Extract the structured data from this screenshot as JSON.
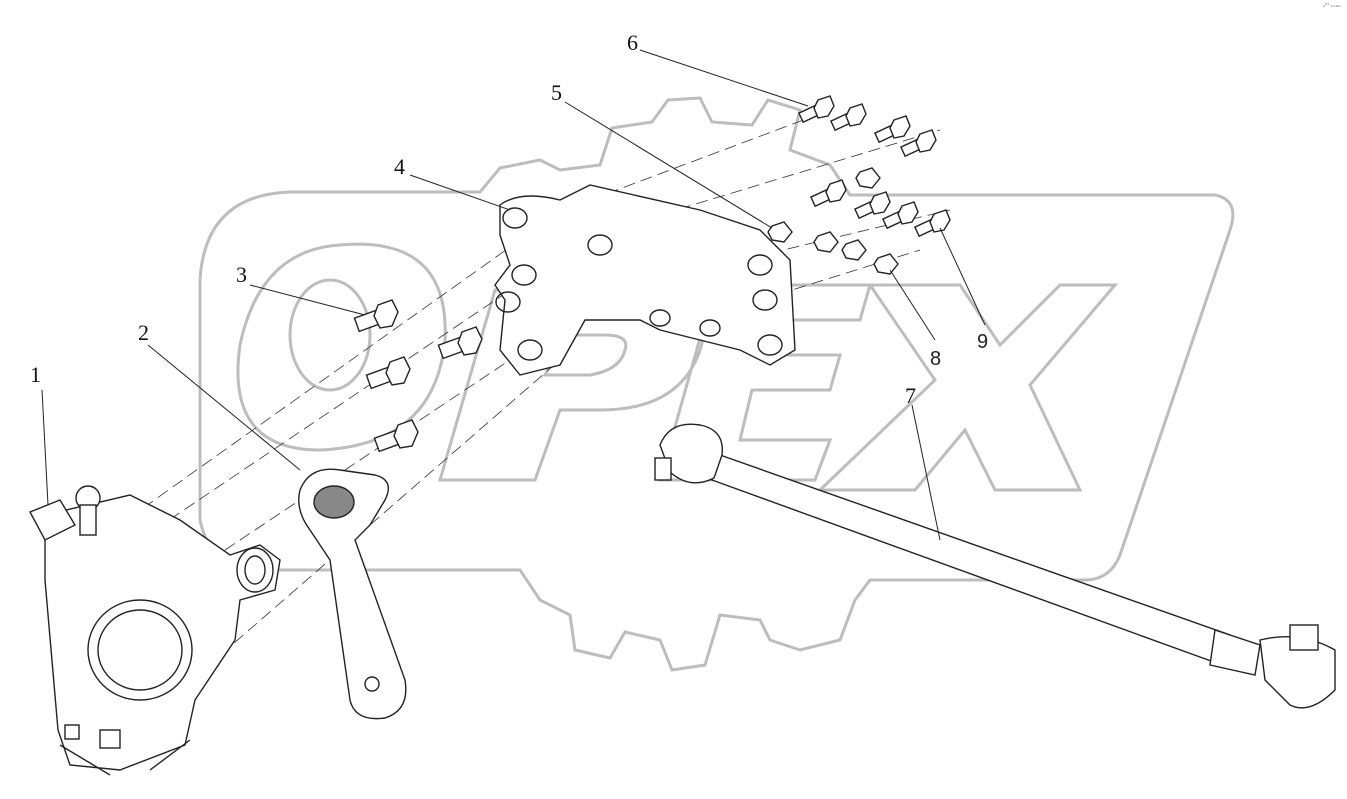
{
  "figure": {
    "corner_mark": "₀⁰¹ ₖₙ₃₆ₙ",
    "watermark": {
      "logo_text": "OPEX",
      "logo_shape": "gear-outline"
    },
    "callouts": [
      {
        "id": "1",
        "label": "1"
      },
      {
        "id": "2",
        "label": "2"
      },
      {
        "id": "3",
        "label": "3"
      },
      {
        "id": "4",
        "label": "4"
      },
      {
        "id": "5",
        "label": "5"
      },
      {
        "id": "6",
        "label": "6"
      },
      {
        "id": "7",
        "label": "7"
      },
      {
        "id": "8",
        "label": "8"
      },
      {
        "id": "9",
        "label": "9"
      }
    ],
    "parts": [
      {
        "callout": "1",
        "icon": "steering-gear-box"
      },
      {
        "callout": "2",
        "icon": "pitman-arm"
      },
      {
        "callout": "3",
        "icon": "bolt"
      },
      {
        "callout": "4",
        "icon": "mounting-bracket"
      },
      {
        "callout": "5",
        "icon": "nut"
      },
      {
        "callout": "6",
        "icon": "bolt"
      },
      {
        "callout": "7",
        "icon": "drag-link-rod"
      },
      {
        "callout": "8",
        "icon": "nut"
      },
      {
        "callout": "9",
        "icon": "bolt"
      }
    ]
  }
}
